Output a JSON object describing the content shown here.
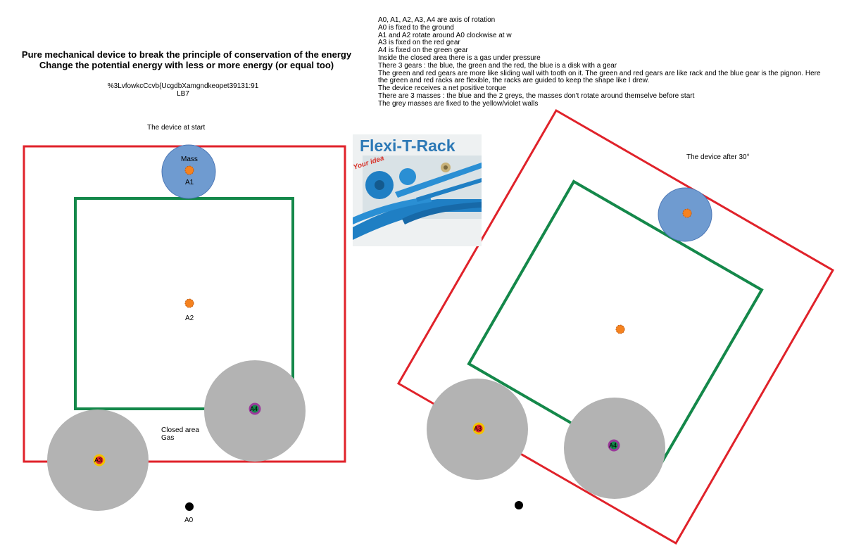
{
  "title": {
    "line1": "Pure mechanical device to break the principle of conservation of the energy",
    "line2": "Change the potential energy with less or more energy (or equal too)"
  },
  "code": {
    "line1": "%3LvfowkcCcvb{UcgdbXamgndkeopet39131:91",
    "line2": "LB7"
  },
  "notes": [
    "A0, A1, A2, A3, A4 are axis of rotation",
    "A0 is fixed to the ground",
    "A1 and A2 rotate around A0 clockwise at w",
    "A3 is fixed on the red gear",
    "A4 is fixed on the green gear",
    "Inside the closed area there is a gas under pressure",
    "There 3 gears : the blue, the green and the red, the blue is a disk with a gear",
    "The green and red gears are more like sliding wall with tooth on it. The green and red gears are like rack and the blue gear is the pignon. Here the green and red racks are flexible, the racks are guided to keep the shape like I drew.",
    "The device receives a net positive torque",
    "There are 3 masses : the blue and the 2 greys, the masses don't rotate around themselve before start",
    "The grey masses are fixed to the yellow/violet walls"
  ],
  "left": {
    "caption": "The device at start",
    "mass_label": "Mass",
    "a1": "A1",
    "a2": "A2",
    "a3": "A3",
    "a4": "A4",
    "closed_area": "Closed area",
    "gas": "Gas",
    "a0": "A0"
  },
  "right": {
    "caption": "The device after 30°",
    "a3": "A3",
    "a4": "A4"
  },
  "photo": {
    "brand": "Flexi-T-Rack",
    "tagline": "Your idea"
  },
  "colors": {
    "red": "#e0222a",
    "green": "#14884a",
    "blue_fill": "#6f9bd0",
    "blue_stroke": "#4b76b5",
    "grey": "#b3b3b3",
    "orange": "#f5821f",
    "yellow": "#f2c200",
    "violet": "#9b3a9b"
  }
}
